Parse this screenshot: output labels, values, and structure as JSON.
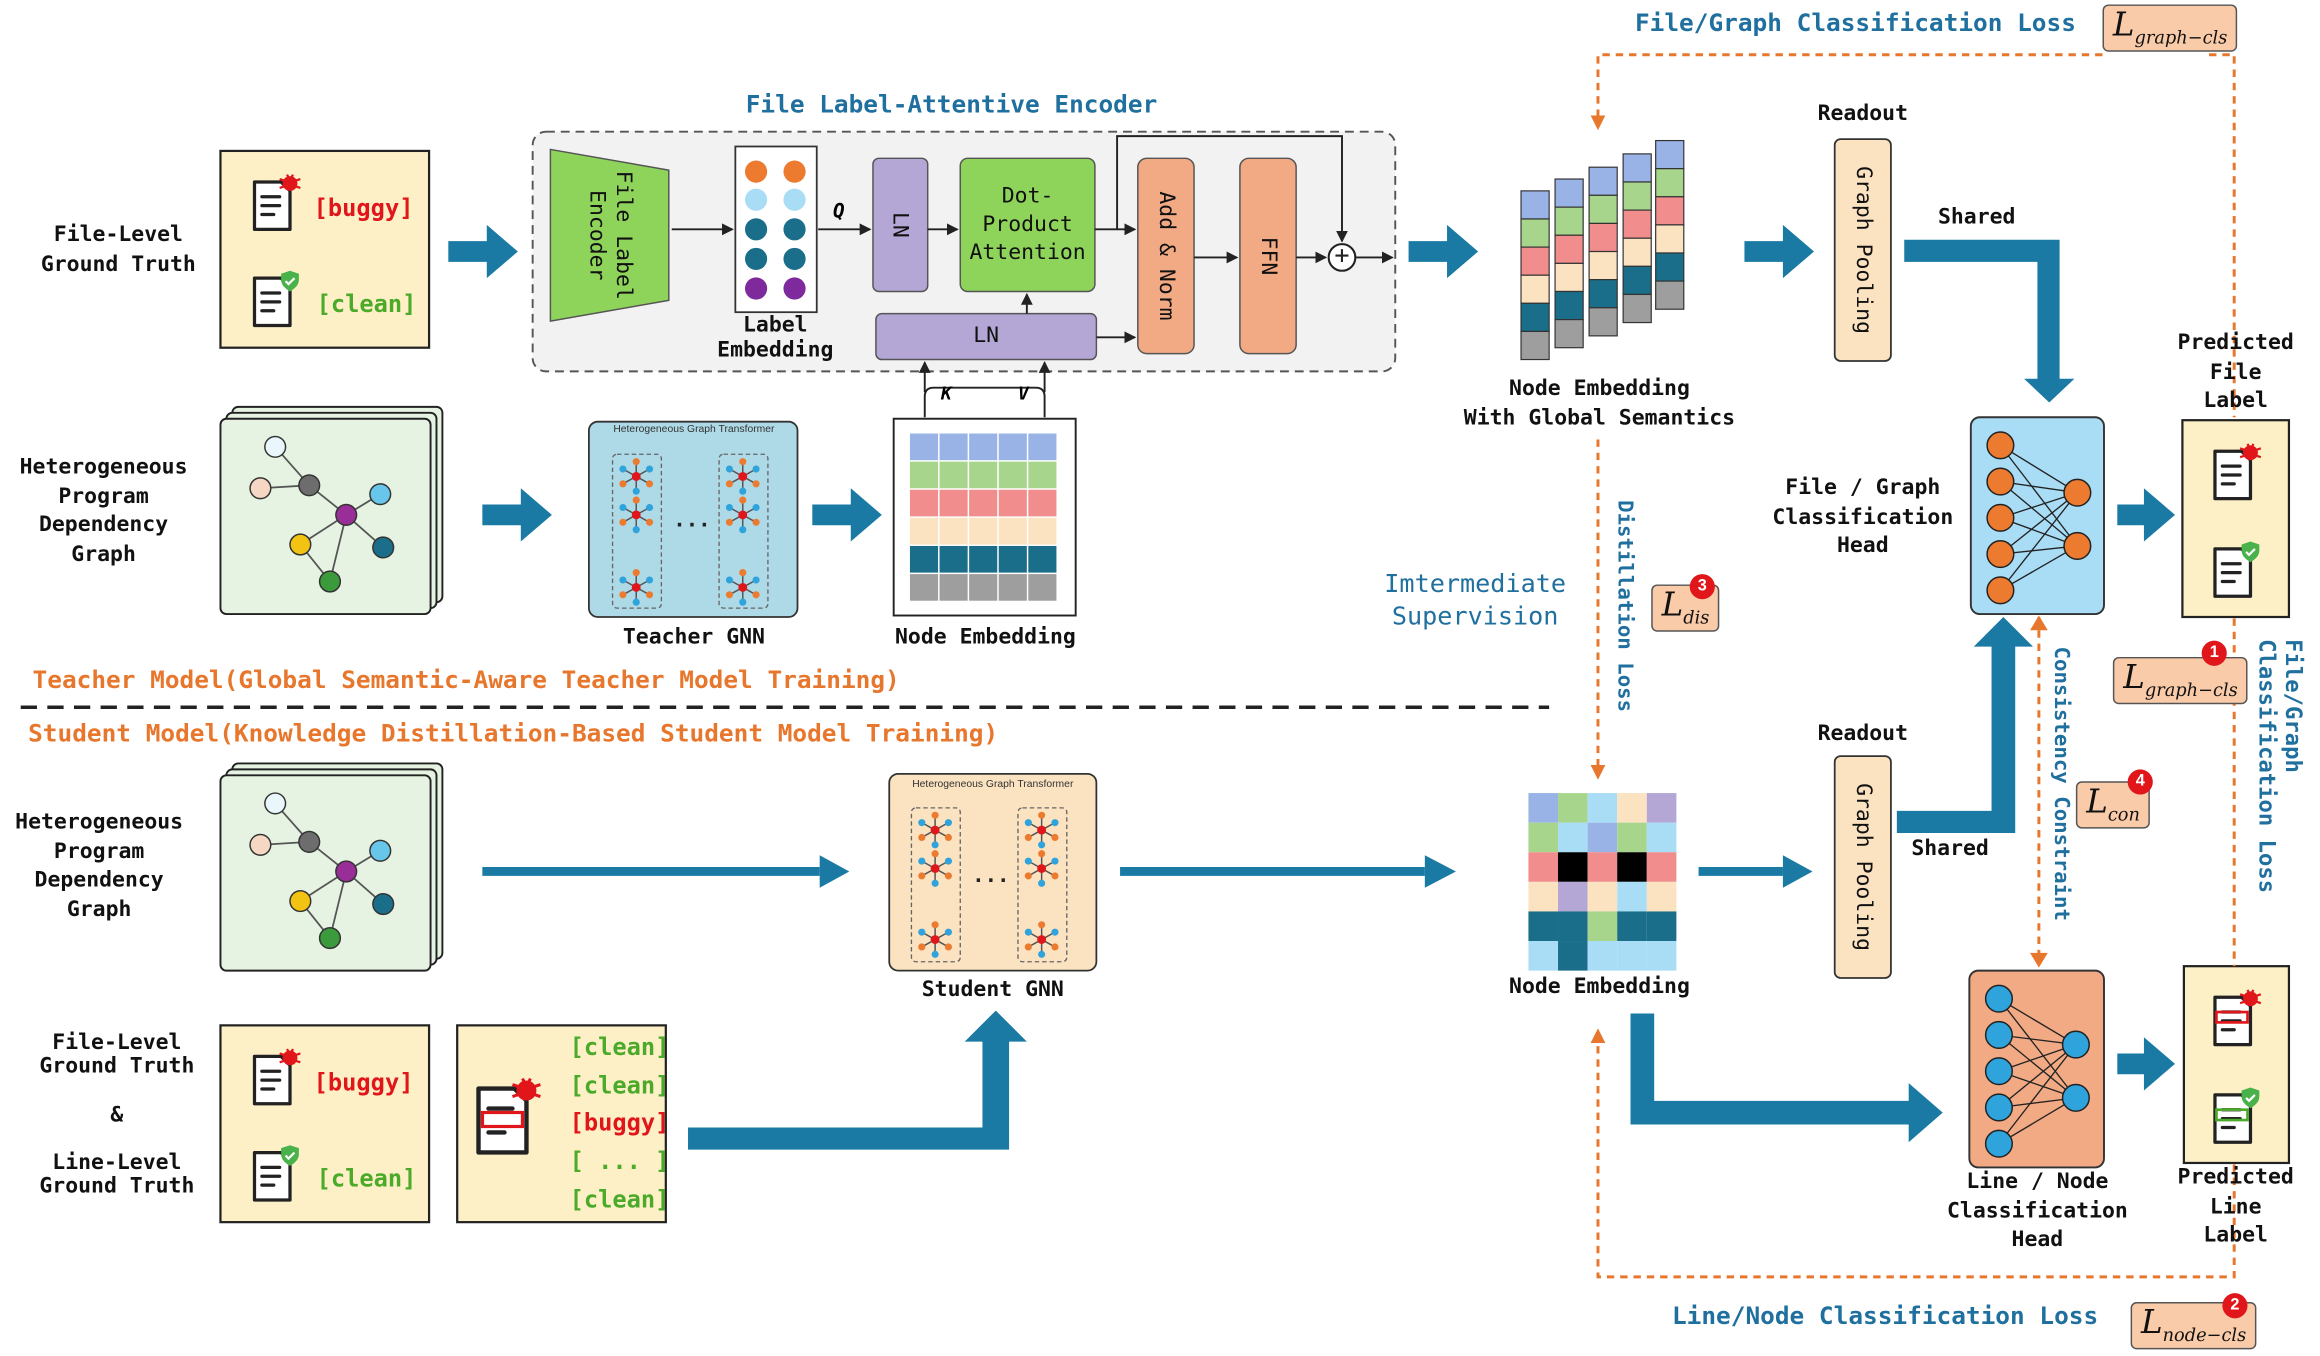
{
  "titles": {
    "encoder": "File Label-Attentive Encoder",
    "teacher_section": "Teacher Model(Global Semantic-Aware Teacher Model Training)",
    "student_section": "Student Model(Knowledge Distillation-Based Student Model Training)",
    "file_graph_loss": "File/Graph Classification Loss",
    "line_node_loss": "Line/Node Classification Loss",
    "file_graph_loss_vertical": "File/Graph Classification Loss",
    "distillation_loss": "Distillation Loss",
    "consistency": "Consistency Constraint",
    "intermediate": "Imtermediate\nSupervision"
  },
  "labels": {
    "file_gt_top": "File-Level\nGround Truth",
    "hpdg_top": "Heterogeneous\nProgram\nDependency\nGraph",
    "hpdg_bottom": "Heterogeneous\nProgram\nDependency\nGraph",
    "file_line_gt": "File-Level\nGround Truth\n\n&\n\nLine-Level\nGround Truth",
    "label_embedding": "Label\nEmbedding",
    "teacher_gnn": "Teacher GNN",
    "node_embedding_teacher": "Node Embedding",
    "node_embedding_global": "Node Embedding\nWith Global Semantics",
    "node_embedding_student": "Node Embedding",
    "student_gnn": "Student GNN",
    "readout_top": "Readout",
    "readout_bottom": "Readout",
    "shared_top": "Shared",
    "shared_bottom": "Shared",
    "file_head": "File / Graph\nClassification\nHead",
    "line_head": "Line / Node\nClassification\nHead",
    "pred_file": "Predicted\nFile\nLabel",
    "pred_line": "Predicted\nLine\nLabel",
    "hgt_title": "Heterogeneous Graph Transformer",
    "hgt_dots": "..."
  },
  "blocks": {
    "file_encoder": "File Label\nEncoder",
    "q": "Q",
    "k": "K",
    "v": "V",
    "ln1": "LN",
    "ln2": "LN",
    "dot_attn": "Dot-\nProduct\nAttention",
    "add_norm": "Add & Norm",
    "ffn": "FFN",
    "graph_pooling": "Graph Pooling",
    "plus": "+"
  },
  "gt_tags": {
    "buggy": "[buggy]",
    "clean": "[clean]",
    "line_tags": [
      "[clean]",
      "[clean]",
      "[buggy]",
      "[ ... ]",
      "[clean]"
    ]
  },
  "losses": {
    "graph": {
      "L": "L",
      "sub": "graph−cls"
    },
    "graph_badge": {
      "L": "L",
      "sub": "graph−cls",
      "n": "1"
    },
    "node": {
      "L": "L",
      "sub": "node−cls",
      "n": "2"
    },
    "dis": {
      "L": "L",
      "sub": "dis",
      "n": "3"
    },
    "con": {
      "L": "L",
      "sub": "con",
      "n": "4"
    }
  },
  "colors": {
    "arrow_blue": "#1a7aa4",
    "dashed_orange": "#e8772e",
    "green_block": "#8fd45a",
    "purple_block": "#b4a7d6",
    "salmon_block": "#f2aa84",
    "cream": "#fdf0c6",
    "graph_bg": "#e6f3e2",
    "hgt_blue": "#aed9e6",
    "hgt_cream": "#fbe2c0",
    "head_blue": "#a9ddf6",
    "head_salmon": "#f2aa84",
    "node_orange": "#ec7b2f",
    "node_blue": "#2fa3dc"
  }
}
